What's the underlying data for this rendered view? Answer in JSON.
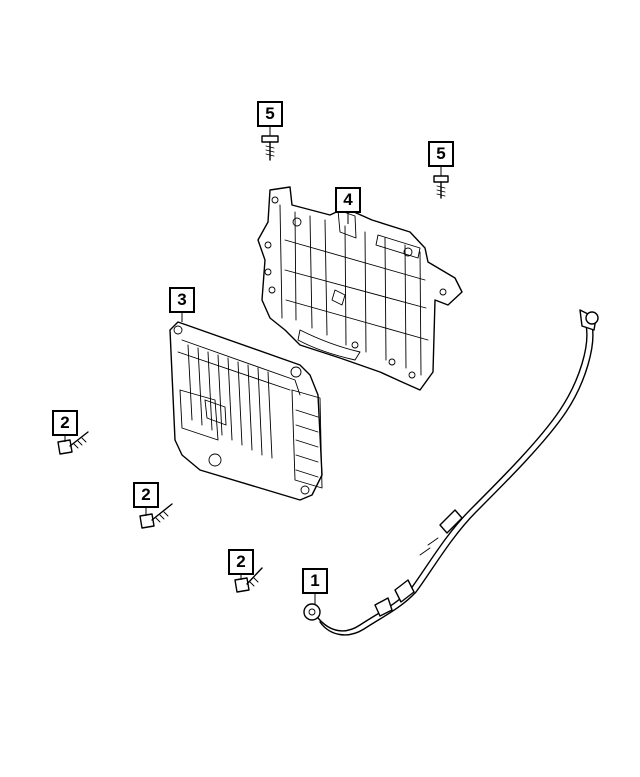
{
  "diagram": {
    "callouts": [
      {
        "id": "callout-5a",
        "label": "5"
      },
      {
        "id": "callout-5b",
        "label": "5"
      },
      {
        "id": "callout-4",
        "label": "4"
      },
      {
        "id": "callout-3",
        "label": "3"
      },
      {
        "id": "callout-2a",
        "label": "2"
      },
      {
        "id": "callout-2b",
        "label": "2"
      },
      {
        "id": "callout-2c",
        "label": "2"
      },
      {
        "id": "callout-1",
        "label": "1"
      }
    ],
    "parts": [
      {
        "number": "1",
        "icon": "ground-cable-icon"
      },
      {
        "number": "2",
        "icon": "bolt-icon"
      },
      {
        "number": "3",
        "icon": "control-module-icon"
      },
      {
        "number": "4",
        "icon": "mounting-bracket-icon"
      },
      {
        "number": "5",
        "icon": "screw-icon"
      }
    ]
  }
}
